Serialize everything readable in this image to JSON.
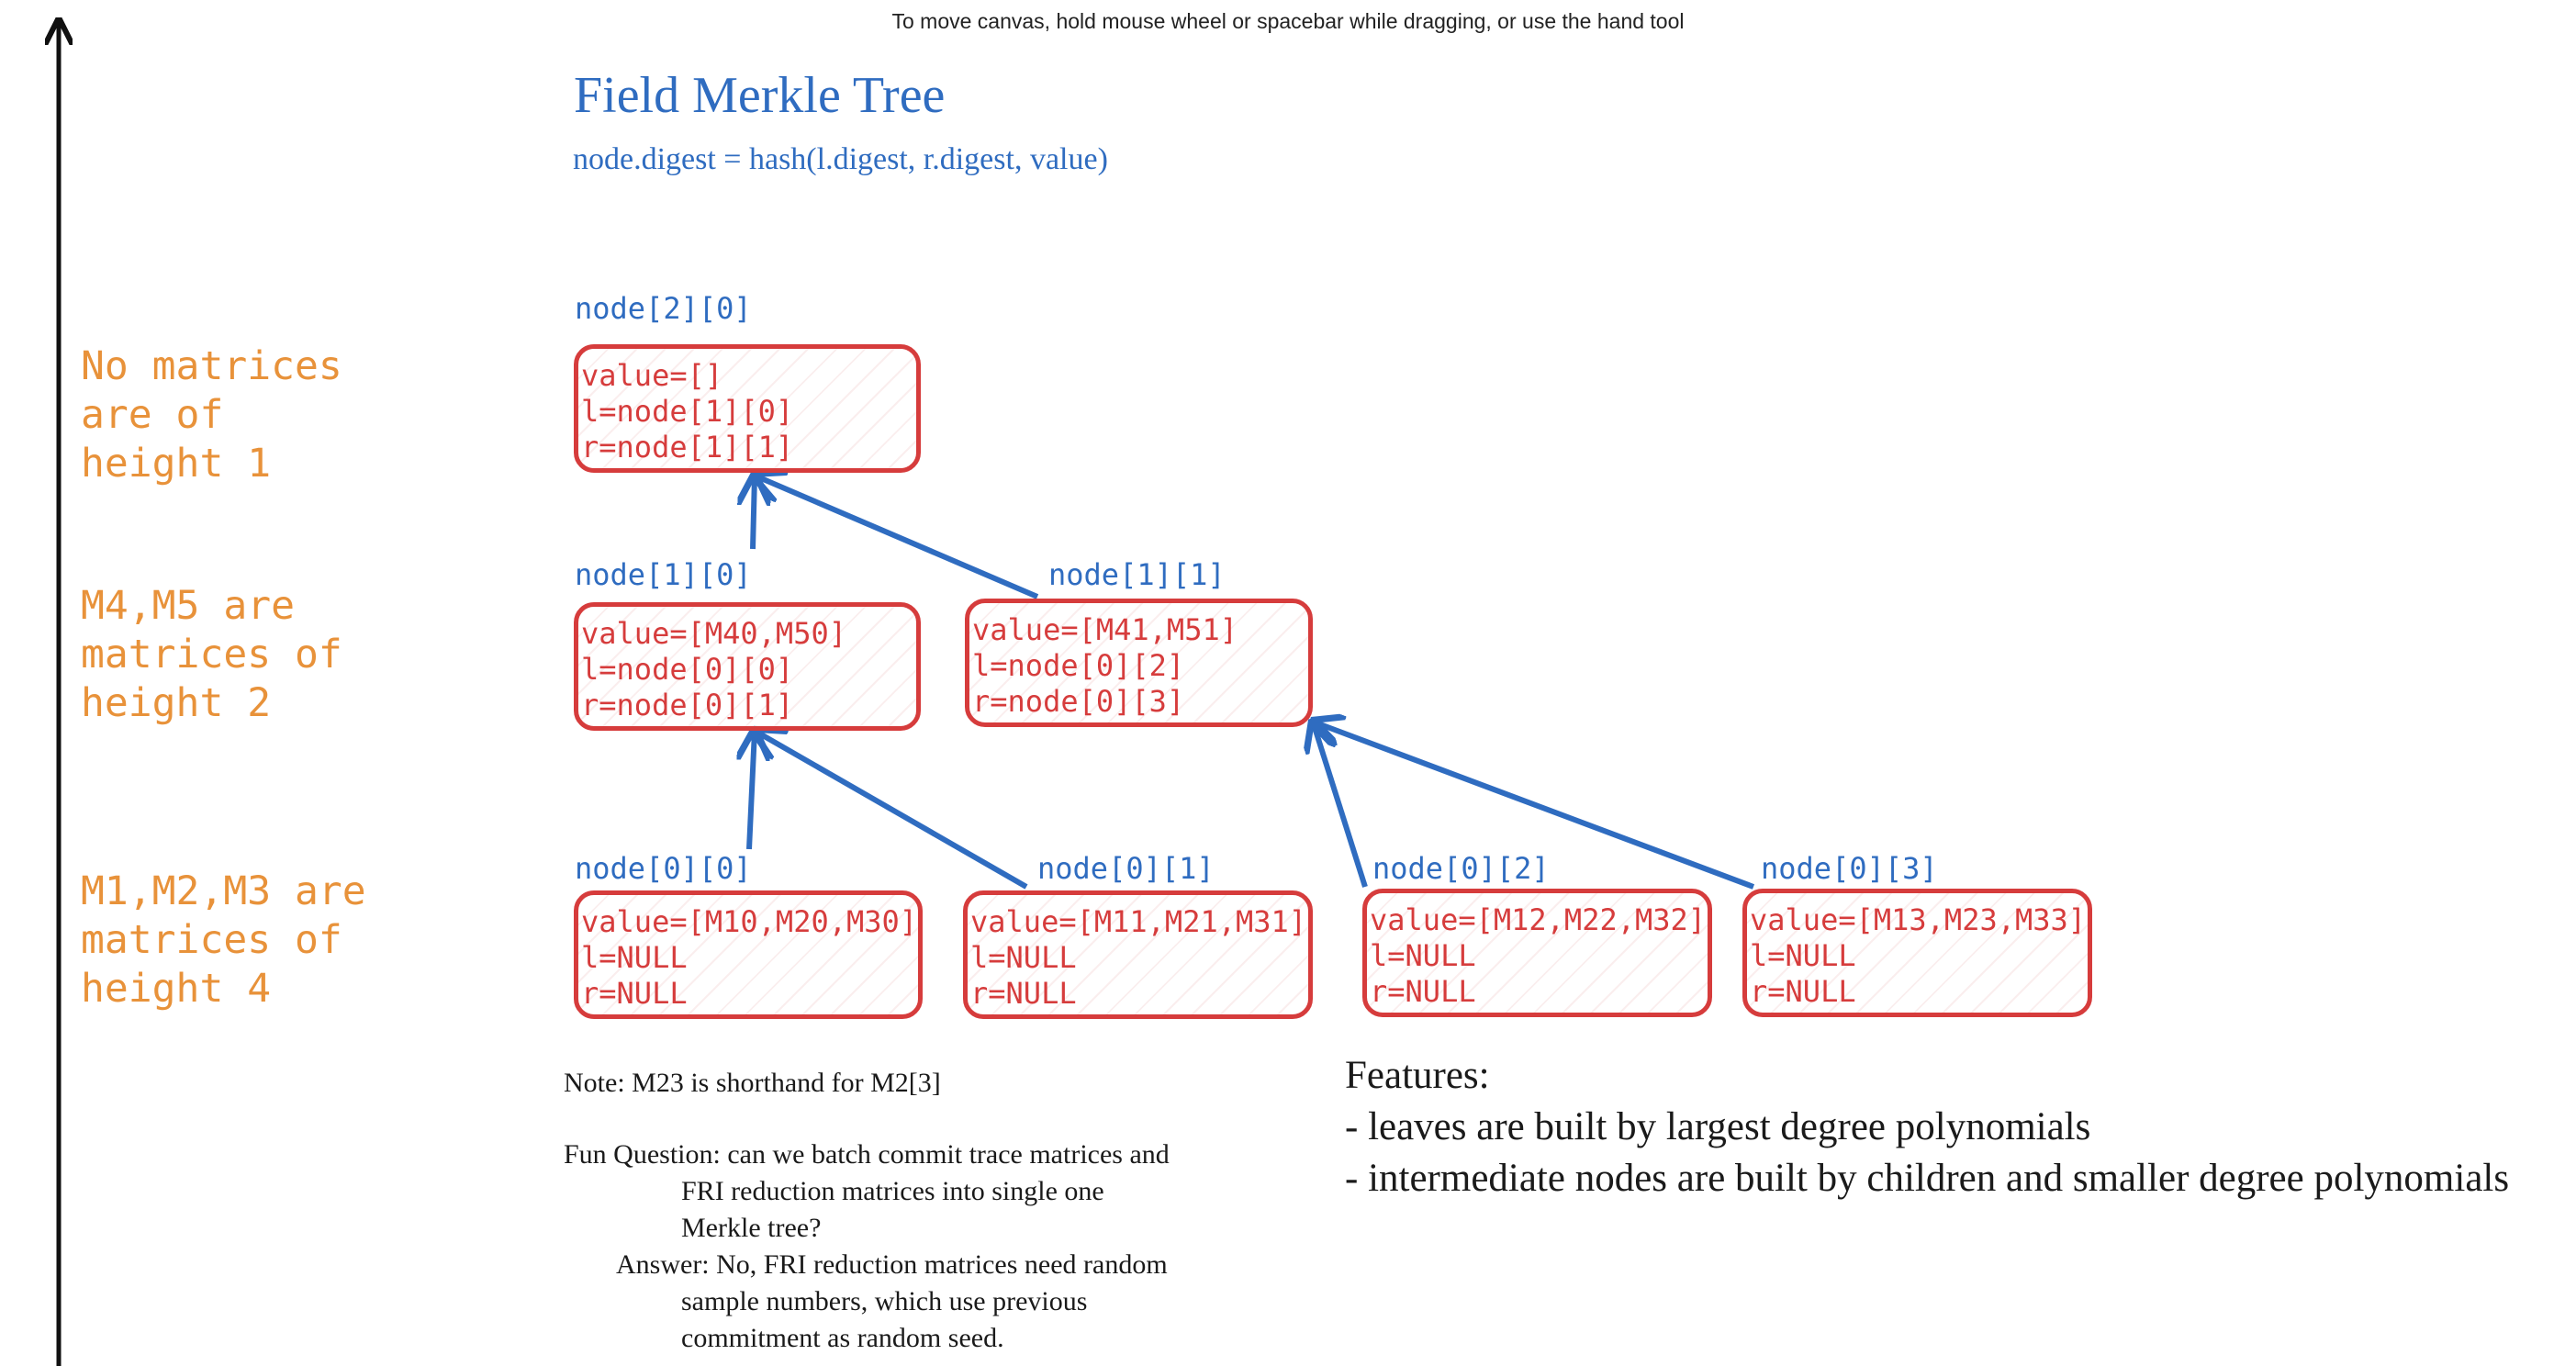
{
  "hint": "To move canvas, hold mouse wheel or spacebar while dragging, or use the hand tool",
  "title": "Field Merkle Tree",
  "subtitle": "node.digest = hash(l.digest, r.digest, value)",
  "side_labels": [
    [
      "No matrices",
      "are of",
      "height 1"
    ],
    [
      "M4,M5 are",
      "matrices of",
      "height 2"
    ],
    [
      "M1,M2,M3 are",
      "matrices of",
      "height 4"
    ]
  ],
  "nodes": {
    "n20": {
      "label": "node[2][0]",
      "lines": [
        "value=[]",
        "l=node[1][0]",
        "r=node[1][1]"
      ]
    },
    "n10": {
      "label": "node[1][0]",
      "lines": [
        "value=[M40,M50]",
        "l=node[0][0]",
        "r=node[0][1]"
      ]
    },
    "n11": {
      "label": "node[1][1]",
      "lines": [
        "value=[M41,M51]",
        "l=node[0][2]",
        "r=node[0][3]"
      ]
    },
    "n00": {
      "label": "node[0][0]",
      "lines": [
        "value=[M10,M20,M30]",
        "l=NULL",
        "r=NULL"
      ]
    },
    "n01": {
      "label": "node[0][1]",
      "lines": [
        "value=[M11,M21,M31]",
        "l=NULL",
        "r=NULL"
      ]
    },
    "n02": {
      "label": "node[0][2]",
      "lines": [
        "value=[M12,M22,M32]",
        "l=NULL",
        "r=NULL"
      ]
    },
    "n03": {
      "label": "node[0][3]",
      "lines": [
        "value=[M13,M23,M33]",
        "l=NULL",
        "r=NULL"
      ]
    }
  },
  "note": "Note: M23 is shorthand for M2[3]",
  "question": {
    "lines": [
      "Fun Question: can we batch commit trace matrices and",
      "FRI reduction matrices into single one",
      "Merkle tree?"
    ]
  },
  "answer": {
    "lines": [
      "Answer: No, FRI reduction matrices need random",
      "sample numbers, which use previous",
      "commitment as random seed."
    ]
  },
  "features": {
    "heading": "Features:",
    "items": [
      "- leaves are built by largest degree polynomials",
      "- intermediate nodes are built by children and smaller degree polynomials"
    ]
  },
  "colors": {
    "blue": "#2f6cc0",
    "red": "#d63c3c",
    "orange": "#e8923a"
  }
}
